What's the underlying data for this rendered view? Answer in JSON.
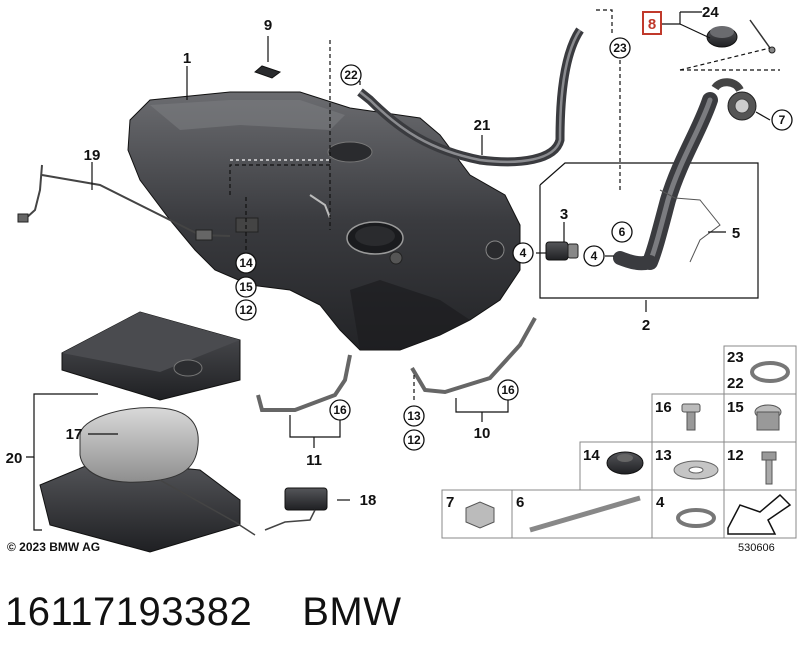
{
  "labels": {
    "l1": "1",
    "l2": "2",
    "l3": "3",
    "l5": "5",
    "l9": "9",
    "l10": "10",
    "l11": "11",
    "l17": "17",
    "l18": "18",
    "l19": "19",
    "l20": "20",
    "l21": "21",
    "l24": "24",
    "l8": "8"
  },
  "circles": {
    "c22": "22",
    "c23": "23",
    "c7": "7",
    "c4a": "4",
    "c4b": "4",
    "c6": "6",
    "c14": "14",
    "c15": "15",
    "c12a": "12",
    "c16a": "16",
    "c16b": "16",
    "c13": "13",
    "c12b": "12"
  },
  "parts_table": {
    "c_23_22_top": "23",
    "c_23_22_bottom": "22",
    "c_16": "16",
    "c_15": "15",
    "c_14": "14",
    "c_13": "13",
    "c_12": "12",
    "c_7": "7",
    "c_6": "6",
    "c_4": "4"
  },
  "copyright": "© 2023 BMW AG",
  "ref_number": "530606",
  "part_number": "16117193382",
  "brand": "BMW",
  "colors": {
    "highlight_box": "#c0392b",
    "part_dark": "#2e2f33",
    "part_gray": "#b3b3b3"
  }
}
